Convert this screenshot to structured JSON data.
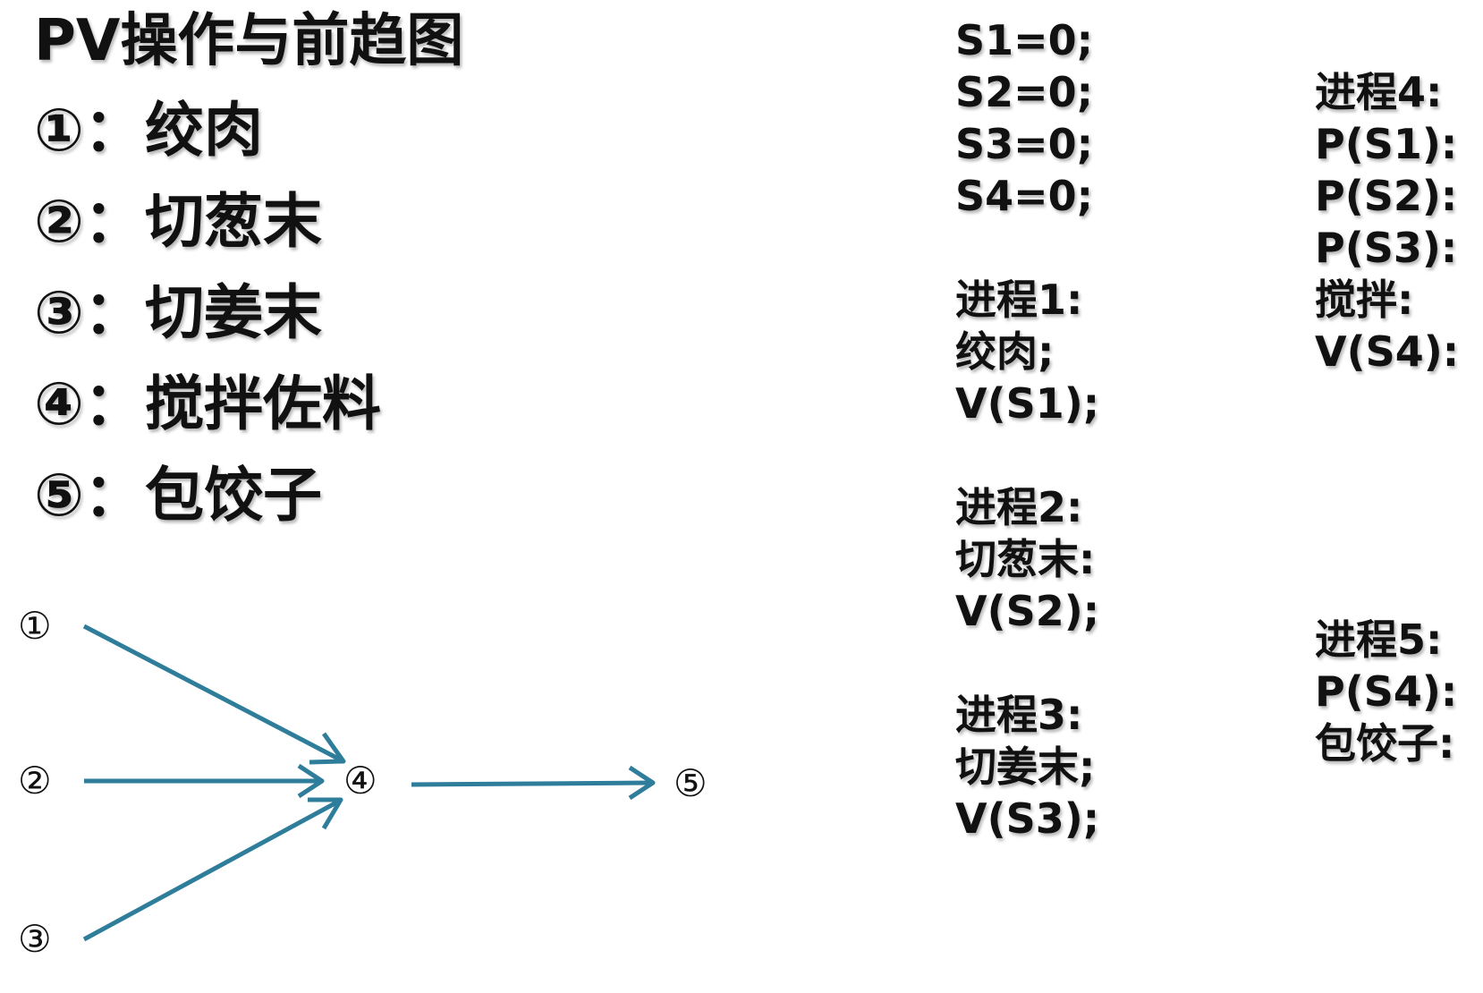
{
  "title": "PV操作与前趋图",
  "steps": [
    {
      "num": "①：",
      "text": "绞肉"
    },
    {
      "num": "②：",
      "text": "切葱末"
    },
    {
      "num": "③：",
      "text": "切姜末"
    },
    {
      "num": "④：",
      "text": "搅拌佐料"
    },
    {
      "num": "⑤：",
      "text": "包饺子"
    }
  ],
  "graph": {
    "nodes": [
      "①",
      "②",
      "③",
      "④",
      "⑤"
    ],
    "edges": [
      [
        "①",
        "④"
      ],
      [
        "②",
        "④"
      ],
      [
        "③",
        "④"
      ],
      [
        "④",
        "⑤"
      ]
    ],
    "edge_color": "#2e7d9a"
  },
  "code_left": [
    "S1=0;",
    "S2=0;",
    "S3=0;",
    "S4=0;",
    "",
    "进程1:",
    "绞肉;",
    "V(S1);",
    "",
    "进程2:",
    "切葱末:",
    "V(S2);",
    "",
    "进程3:",
    "切姜末;",
    "V(S3);"
  ],
  "code_right_top": [
    "进程4:",
    "P(S1):",
    "P(S2):",
    "P(S3):",
    "搅拌:",
    "V(S4):"
  ],
  "code_right_bottom": [
    "进程5:",
    "P(S4):",
    "包饺子:"
  ]
}
